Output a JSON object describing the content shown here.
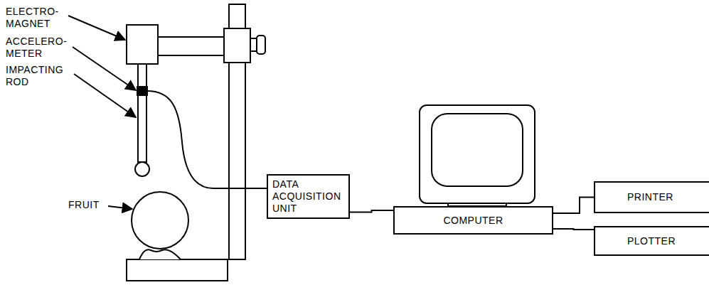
{
  "diagram": {
    "nodes": [
      {
        "text": [
          "DATA ACQUISITION UNIT"
        ]
      },
      {
        "text": [
          "COMPUTER"
        ]
      },
      {
        "text": [
          "PRINTER"
        ]
      },
      {
        "text": [
          "PLOTTER"
        ]
      }
    ],
    "edges": [
      {
        "from": 0,
        "to": 1,
        "arrow": "none"
      },
      {
        "from": 1,
        "to": 2,
        "arrow": "none"
      },
      {
        "from": 1,
        "to": 3,
        "arrow": "none"
      }
    ],
    "labels": [
      "ELECTRO- MAGNET",
      "ACCELERO- METER",
      "IMPACTING ROD",
      "FRUIT"
    ]
  }
}
